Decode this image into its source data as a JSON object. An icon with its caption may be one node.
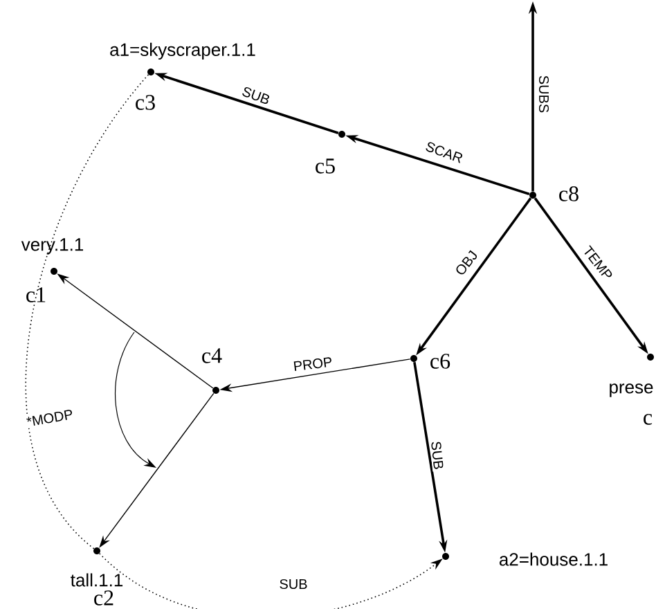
{
  "diagram": {
    "nodes": [
      {
        "text": [],
        "shape": "circle",
        "beside": [
          "a1=skyscraper.1.1",
          "c3"
        ]
      },
      {
        "text": [],
        "shape": "circle",
        "beside": [
          "c5"
        ]
      },
      {
        "text": [],
        "shape": "circle",
        "beside": [
          "c8"
        ]
      },
      {
        "text": [],
        "shape": "circle",
        "beside": [
          "very.1.1",
          "c1"
        ]
      },
      {
        "text": [],
        "shape": "circle",
        "beside": [
          "c4"
        ]
      },
      {
        "text": [],
        "shape": "circle",
        "beside": [
          "c6"
        ]
      },
      {
        "text": [],
        "shape": "circle",
        "beside": [
          "prese",
          "c"
        ]
      },
      {
        "text": [],
        "shape": "circle",
        "beside": [
          "tall.1.1",
          "c2"
        ]
      },
      {
        "text": [],
        "shape": "circle",
        "beside": [
          "a2=house.1.1"
        ]
      }
    ],
    "edges": [
      {
        "from": 2,
        "to": null,
        "arrow": "to",
        "label": "SUBS"
      },
      {
        "from": 1,
        "to": 0,
        "arrow": "to",
        "label": "SUB"
      },
      {
        "from": 2,
        "to": 1,
        "arrow": "to",
        "label": "SCAR"
      },
      {
        "from": 2,
        "to": 5,
        "arrow": "to",
        "label": "OBJ"
      },
      {
        "from": 2,
        "to": 6,
        "arrow": "to",
        "label": "TEMP"
      },
      {
        "from": 5,
        "to": 4,
        "arrow": "to",
        "label": "PROP"
      },
      {
        "from": 4,
        "to": 3,
        "arrow": "to"
      },
      {
        "from": 4,
        "to": 7,
        "arrow": "to"
      },
      {
        "from": 5,
        "to": 8,
        "arrow": "to",
        "label": "SUB"
      },
      {
        "from": 0,
        "to": 7,
        "arrow": "none",
        "label": "*MODP",
        "style": "dashed"
      },
      {
        "from": 7,
        "to": 8,
        "arrow": "to",
        "label": "SUB",
        "style": "dashed"
      }
    ]
  }
}
